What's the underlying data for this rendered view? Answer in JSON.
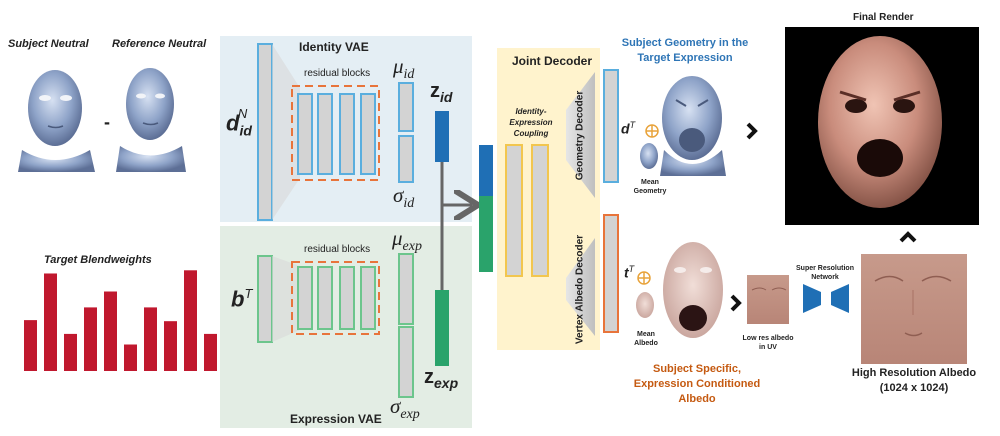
{
  "left": {
    "subject_neutral": "Subject Neutral",
    "reference_neutral": "Reference Neutral",
    "minus": "-",
    "target_blendweights": "Target Blendweights",
    "blendweights": [
      0.48,
      0.92,
      0.35,
      0.6,
      0.75,
      0.25,
      0.6,
      0.47,
      0.95,
      0.35
    ]
  },
  "identity_vae": {
    "title": "Identity VAE",
    "input_symbol": "d",
    "input_sub": "id",
    "input_sup": "N",
    "residual_label": "residual blocks",
    "mu_symbol": "μ",
    "mu_sub": "id",
    "sigma_symbol": "σ",
    "sigma_sub": "id",
    "z_symbol": "z",
    "z_sub": "id"
  },
  "expression_vae": {
    "title": "Expression VAE",
    "input_symbol": "b",
    "input_sup": "T",
    "residual_label": "residual blocks",
    "mu_symbol": "μ",
    "mu_sub": "exp",
    "sigma_symbol": "σ",
    "sigma_sub": "exp",
    "z_symbol": "z",
    "z_sub": "exp"
  },
  "joint_decoder": {
    "title": "Joint Decoder",
    "coupling_label_1": "Identity-",
    "coupling_label_2": "Expression",
    "coupling_label_3": "Coupling",
    "geometry_decoder": "Geometry Decoder",
    "albedo_decoder": "Vertex Albedo Decoder"
  },
  "geometry": {
    "title_line1": "Subject Geometry in the",
    "title_line2": "Target Expression",
    "d_symbol": "d",
    "d_sup": "T",
    "mean_label_1": "Mean",
    "mean_label_2": "Geometry"
  },
  "albedo": {
    "t_symbol": "t",
    "t_sup": "T",
    "mean_label_1": "Mean",
    "mean_label_2": "Albedo",
    "caption_line1": "Subject Specific,",
    "caption_line2": "Expression Conditioned",
    "caption_line3": "Albedo",
    "low_res_1": "Low res albedo",
    "low_res_2": "in UV",
    "super_res_1": "Super Resolution",
    "super_res_2": "Network"
  },
  "final": {
    "title": "Final Render",
    "high_res_1": "High Resolution Albedo",
    "high_res_2": "(1024 x 1024)"
  },
  "colors": {
    "identity_bg": "#e4eef4",
    "expression_bg": "#e3ede4",
    "joint_bg": "#fff3cd",
    "blue_box": "#5aaede",
    "green_box": "#6cc58c",
    "z_id": "#1f6fb5",
    "z_exp": "#2aa36b",
    "orange_dashed": "#e8743b",
    "blue_text": "#2e75b6",
    "orange_text": "#c55a11",
    "bars": "#c0182e",
    "skin": "#c98c7c",
    "mesh": "#8ea3c8"
  }
}
